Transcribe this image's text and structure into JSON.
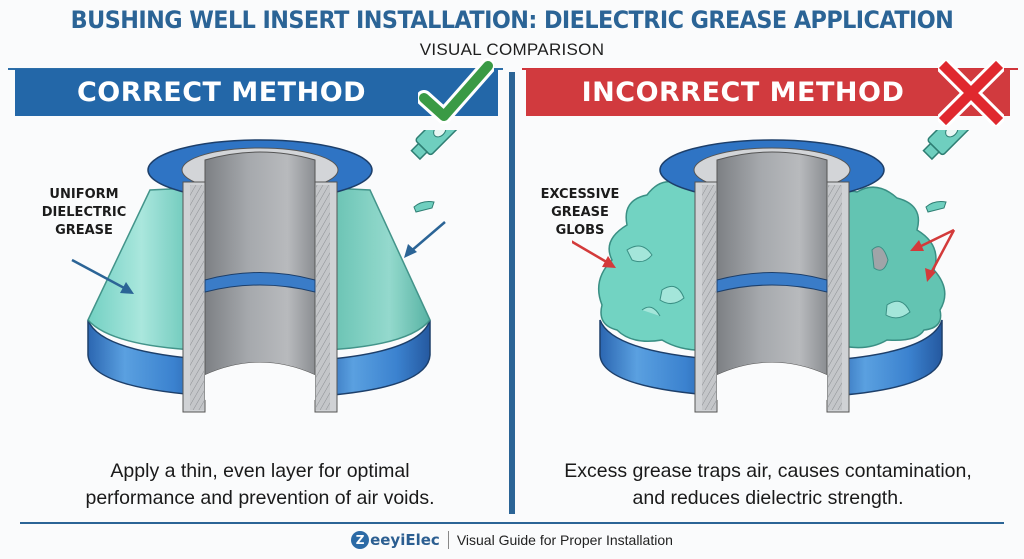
{
  "header": {
    "title": "BUSHING WELL INSERT INSTALLATION: DIELECTRIC GREASE APPLICATION",
    "subtitle": "VISUAL COMPARISON"
  },
  "panels": {
    "correct": {
      "banner_label": "CORRECT METHOD",
      "banner_color": "#2367a8",
      "mark_icon": "checkmark-icon",
      "mark_color": "#3a9a45",
      "callout_label": "UNIFORM\nDIELECTRIC\nGREASE",
      "callout_lines": [
        "UNIFORM",
        "DIELECTRIC",
        "GREASE"
      ],
      "arrow_color": "#2b6496",
      "caption_lines": [
        "Apply a thin, even layer for optimal",
        "performance and prevention of air voids."
      ]
    },
    "incorrect": {
      "banner_label": "INCORRECT METHOD",
      "banner_color": "#d13a3e",
      "mark_icon": "x-mark-icon",
      "mark_color": "#e0282e",
      "callout_lines": [
        "EXCESSIVE",
        "GREASE",
        "GLOBS"
      ],
      "arrow_color": "#d33a3a",
      "caption_lines": [
        "Excess grease traps air, causes contamination,",
        "and reduces dielectric strength."
      ]
    }
  },
  "colors": {
    "brand_blue": "#2b6496",
    "insulator_blue": "#2f75c2",
    "grease_teal": "#6fd4c2",
    "metal_gray": "#a9abae"
  },
  "footer": {
    "logo_letter": "Z",
    "logo_text": "eeyiElec",
    "tagline": "Visual Guide for Proper Installation"
  }
}
